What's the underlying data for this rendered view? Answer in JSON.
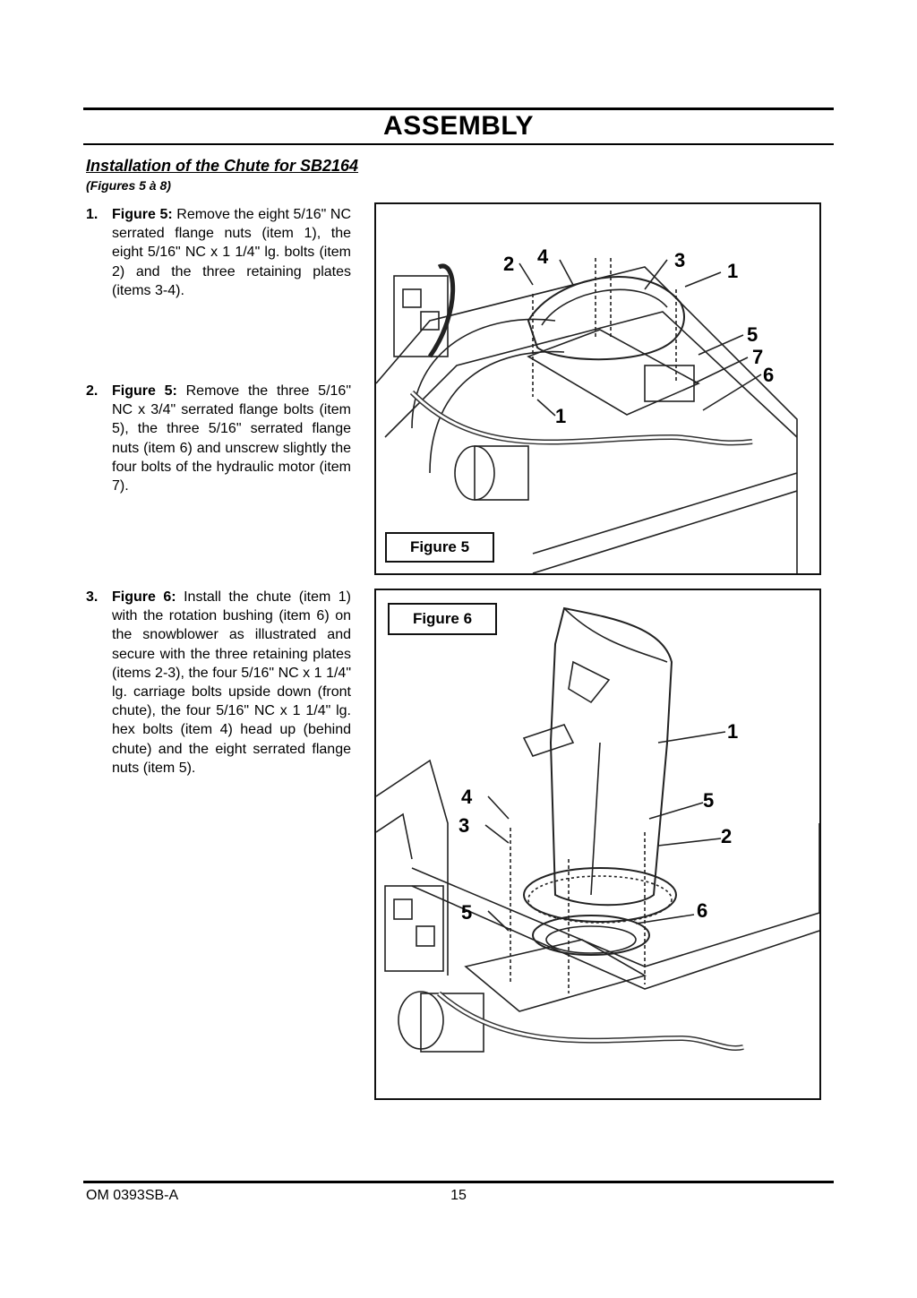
{
  "header": {
    "title": "ASSEMBLY"
  },
  "section": {
    "title": "Installation of the Chute for SB2164",
    "subtitle": "(Figures 5 à 8)"
  },
  "steps": [
    {
      "number": "1.",
      "lead": "Figure 5:",
      "text": " Remove the eight 5/16\" NC serrated flange nuts (item 1), the eight 5/16\" NC x 1 1/4\" lg. bolts (item 2) and the three retaining plates (items 3-4)."
    },
    {
      "number": "2.",
      "lead": "Figure 5:",
      "text": " Remove the three 5/16\" NC x 3/4\" serrated flange bolts (item 5), the three 5/16\" serrated flange nuts (item 6) and unscrew slightly the four bolts of the hydraulic motor (item 7)."
    },
    {
      "number": "3.",
      "lead": "Figure 6:",
      "text": " Install the chute (item 1) with the rotation bushing (item 6) on the snowblower as illustrated and secure with the three retaining plates (items 2-3), the four 5/16\" NC x 1 1/4\" lg. carriage bolts upside down (front chute), the four 5/16\" NC x 1 1/4\" lg. hex bolts (item 4) head up (behind chute) and the eight serrated flange nuts (item 5)."
    }
  ],
  "figures": [
    {
      "label": "Figure 5",
      "callouts": [
        "2",
        "4",
        "3",
        "1",
        "5",
        "7",
        "6",
        "1"
      ]
    },
    {
      "label": "Figure 6",
      "callouts": [
        "1",
        "4",
        "3",
        "5",
        "2",
        "5",
        "6"
      ]
    }
  ],
  "footer": {
    "doc_code": "OM 0393SB-A",
    "page": "15"
  }
}
